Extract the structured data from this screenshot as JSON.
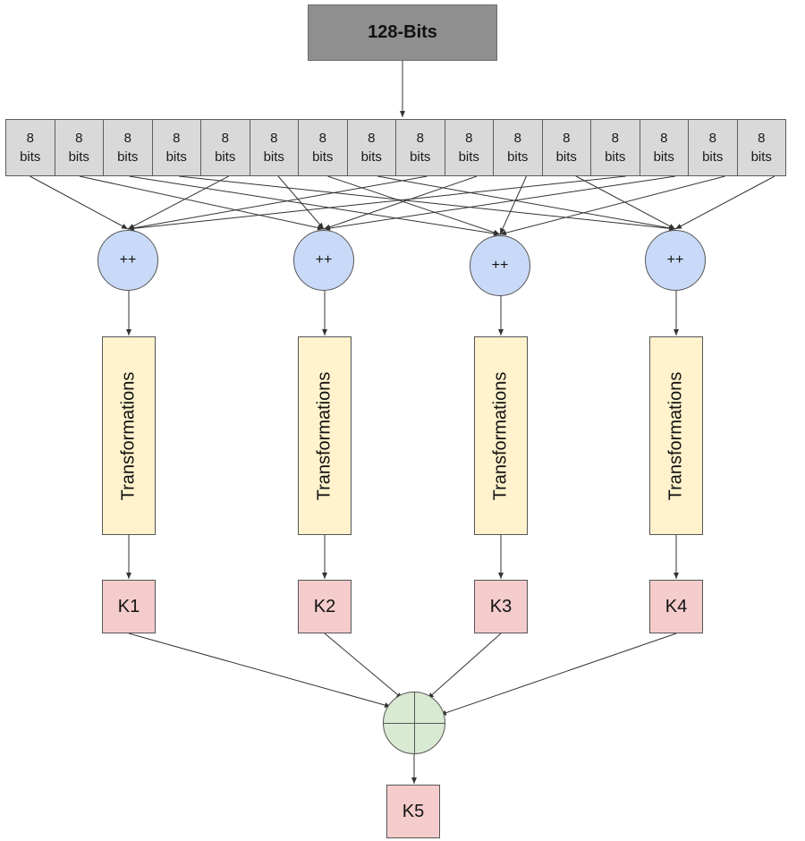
{
  "input_block": {
    "label": "128-Bits"
  },
  "byte_blocks": [
    {
      "line1": "8",
      "line2": "bits"
    },
    {
      "line1": "8",
      "line2": "bits"
    },
    {
      "line1": "8",
      "line2": "bits"
    },
    {
      "line1": "8",
      "line2": "bits"
    },
    {
      "line1": "8",
      "line2": "bits"
    },
    {
      "line1": "8",
      "line2": "bits"
    },
    {
      "line1": "8",
      "line2": "bits"
    },
    {
      "line1": "8",
      "line2": "bits"
    },
    {
      "line1": "8",
      "line2": "bits"
    },
    {
      "line1": "8",
      "line2": "bits"
    },
    {
      "line1": "8",
      "line2": "bits"
    },
    {
      "line1": "8",
      "line2": "bits"
    },
    {
      "line1": "8",
      "line2": "bits"
    },
    {
      "line1": "8",
      "line2": "bits"
    },
    {
      "line1": "8",
      "line2": "bits"
    },
    {
      "line1": "8",
      "line2": "bits"
    }
  ],
  "combine_nodes": [
    {
      "label": "++"
    },
    {
      "label": "++"
    },
    {
      "label": "++"
    },
    {
      "label": "++"
    }
  ],
  "transform_boxes": [
    {
      "label": "Transformations"
    },
    {
      "label": "Transformations"
    },
    {
      "label": "Transformations"
    },
    {
      "label": "Transformations"
    }
  ],
  "keys": [
    {
      "label": "K1"
    },
    {
      "label": "K2"
    },
    {
      "label": "K3"
    },
    {
      "label": "K4"
    }
  ],
  "xor_node": {
    "symbol": "xor-circle-plus-icon"
  },
  "final_key": {
    "label": "K5"
  },
  "colors": {
    "input_block": "#8f8f8f",
    "byte_block": "#d9d9d9",
    "combine_node": "#c9daf8",
    "transform_box": "#fff2cc",
    "key_box": "#f4cccc",
    "xor_node": "#d9ead3",
    "arrow": "#333333"
  }
}
